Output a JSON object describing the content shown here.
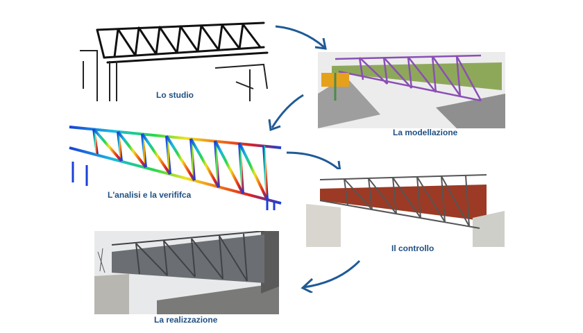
{
  "steps": [
    {
      "label": "Lo studio"
    },
    {
      "label": "La modellazione"
    },
    {
      "label": "L'analisi e la verififca"
    },
    {
      "label": "Il controllo"
    },
    {
      "label": "La realizzazione"
    }
  ],
  "colors": {
    "label_text": "#1f4f82",
    "arrow": "#1f5a96",
    "model_green": "#8ea85a",
    "model_purple": "#8a4fb5",
    "red_wall": "#9c3a25",
    "concrete": "#cfcfc9",
    "sky": "#e8e9ea"
  }
}
